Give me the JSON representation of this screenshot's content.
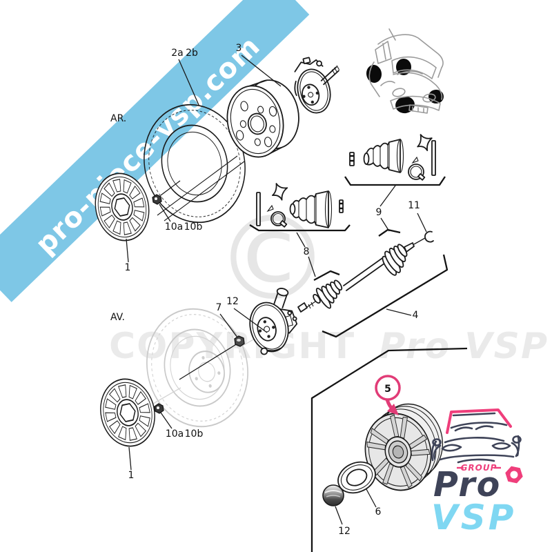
{
  "banner": {
    "text": "pro-piece-vsp.com",
    "text_color": "#FFFFFF"
  },
  "sections": {
    "rear_label": "AR.",
    "front_label": "AV."
  },
  "labels": {
    "p1": "1",
    "p2a": "2a",
    "p2b": "2b",
    "p3": "3",
    "p4": "4",
    "p5": "5",
    "p6": "6",
    "p7": "7",
    "p8": "8",
    "p9": "9",
    "p10a": "10a",
    "p10b": "10b",
    "p11": "11",
    "p12": "12"
  },
  "watermark": {
    "copyright_text": "COPYRIGHT",
    "brand_text": "Pro VSP",
    "symbol": "©"
  },
  "logo": {
    "group": "GROUP",
    "pro": "Pro",
    "vsp": "VSP",
    "nut_icon": "hex-nut"
  },
  "colors": {
    "banner_blue": "#7EC7E6",
    "highlight_pink": "#E13C77",
    "logo_navy": "#3E4358",
    "logo_pink": "#EF3E7B",
    "logo_cyan": "#7FD7F2",
    "line_black": "#1a1a1a",
    "ghost_gray": "#c9c9c9"
  }
}
